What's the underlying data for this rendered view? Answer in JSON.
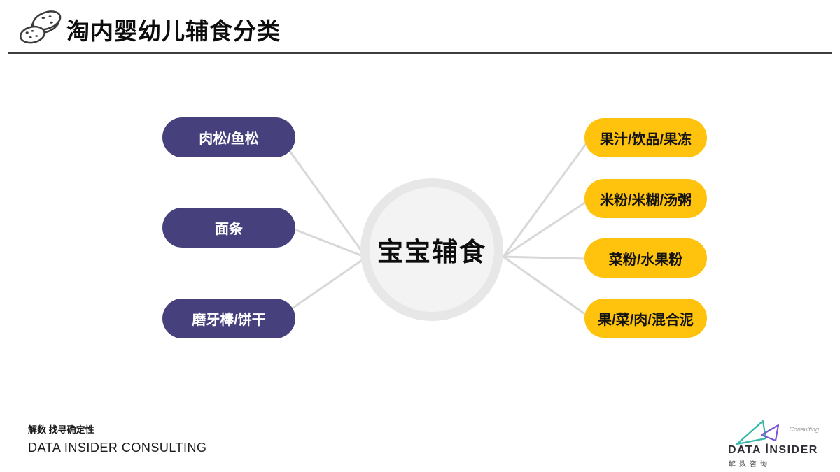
{
  "header": {
    "title": "淘内婴幼儿辅食分类",
    "icon": "cookies-icon"
  },
  "diagram": {
    "center_label": "宝宝辅食",
    "left_items": [
      {
        "label": "肉松/鱼松"
      },
      {
        "label": "面条"
      },
      {
        "label": "磨牙棒/饼干"
      }
    ],
    "right_items": [
      {
        "label": "果汁/饮品/果冻"
      },
      {
        "label": "米粉/米糊/汤粥"
      },
      {
        "label": "菜粉/水果粉"
      },
      {
        "label": "果/菜/肉/混合泥"
      }
    ],
    "colors": {
      "left_pill": "#46417C",
      "left_pill_text": "#FFFFFF",
      "right_pill": "#FFC20D",
      "right_pill_text": "#141414",
      "connector": "#D8D8D8",
      "circle_fill": "#F3F3F3",
      "circle_ring": "#E7E7E7"
    }
  },
  "footer": {
    "tagline": "解数 找寻确定性",
    "company": "DATA INSIDER CONSULTING",
    "logo": {
      "consulting": "Consulting",
      "brand": "DATA İNSIDER",
      "brand_cn": "解数咨询",
      "teal": "#35B8A6",
      "purple": "#7A58D6"
    }
  }
}
